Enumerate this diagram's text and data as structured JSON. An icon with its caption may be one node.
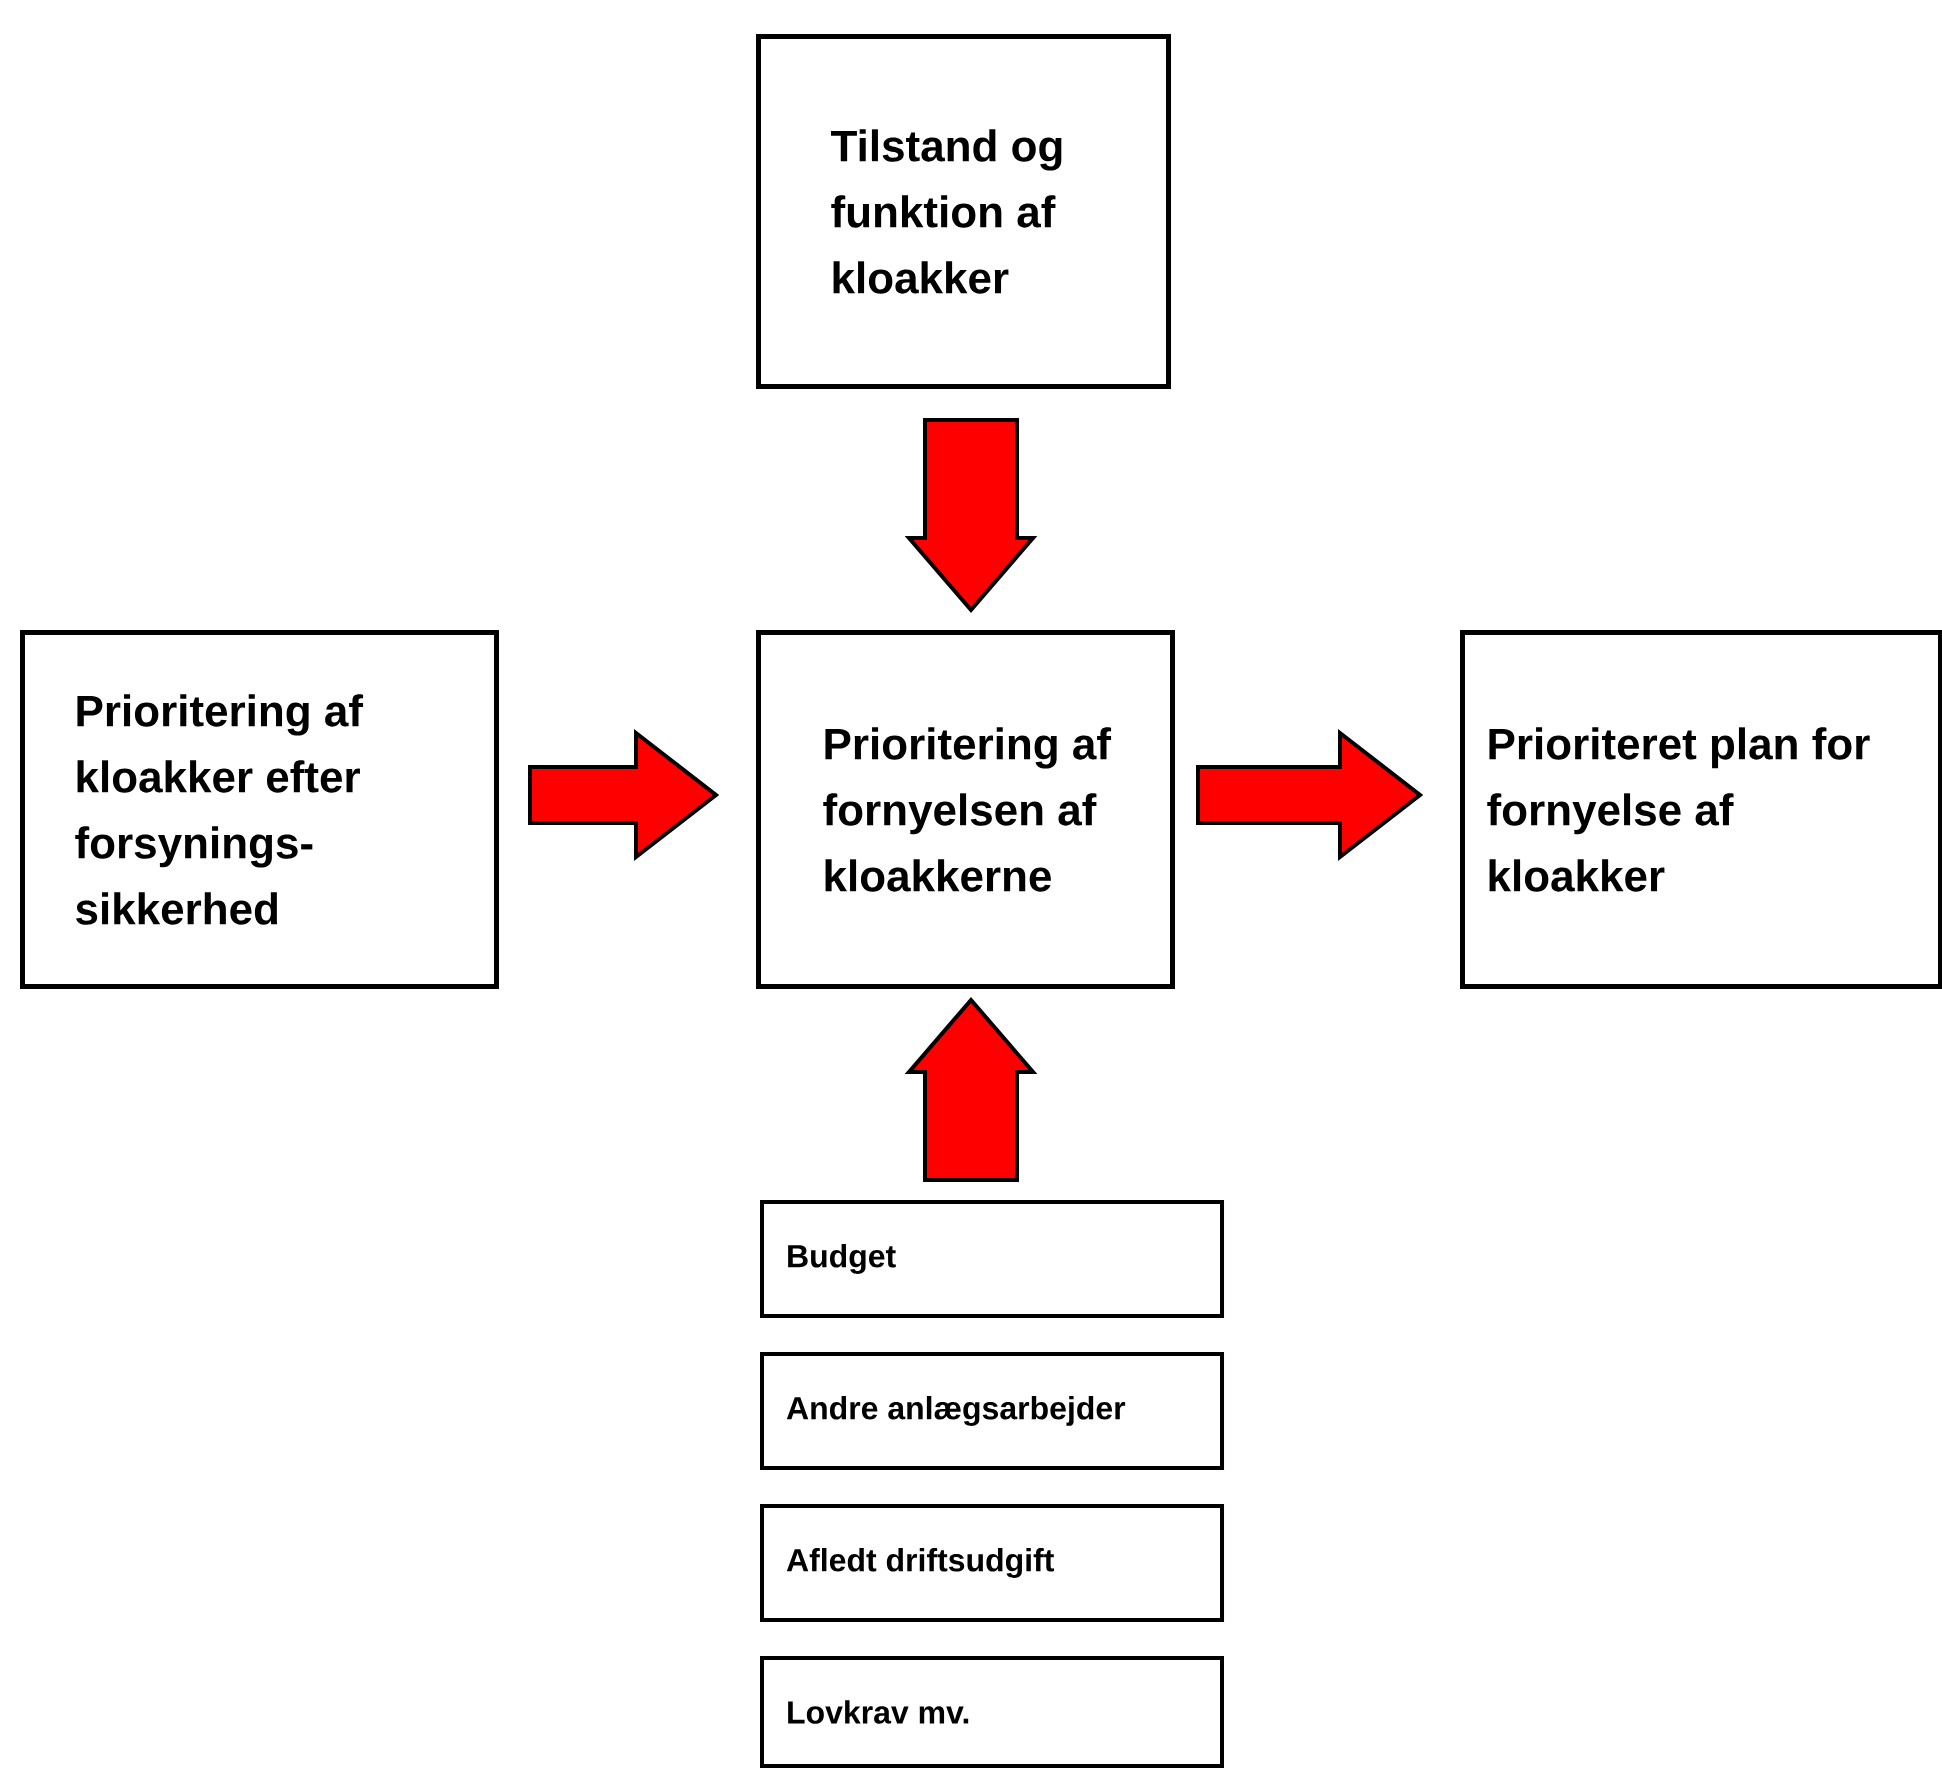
{
  "diagram": {
    "nodes": [
      {
        "text": [
          "Tilstand og funktion af kloakker"
        ]
      },
      {
        "text": [
          "Prioritering af kloakker efter forsynings-sikkerhed"
        ]
      },
      {
        "text": [
          "Prioritering af fornyelsen af kloakkerne"
        ]
      },
      {
        "text": [
          "Prioriteret plan for fornyelse af kloakker"
        ]
      },
      {
        "text": [
          "Budget"
        ]
      },
      {
        "text": [
          "Andre anlægsarbejder"
        ]
      },
      {
        "text": [
          "Afledt driftsudgift"
        ]
      },
      {
        "text": [
          "Lovkrav mv."
        ]
      }
    ],
    "edges": [
      {
        "from": 0,
        "to": 2,
        "arrow": "to"
      },
      {
        "from": 1,
        "to": 2,
        "arrow": "to"
      },
      {
        "from": 2,
        "to": 3,
        "arrow": "to"
      },
      {
        "from": 4,
        "to": 2,
        "arrow": "to"
      }
    ]
  }
}
